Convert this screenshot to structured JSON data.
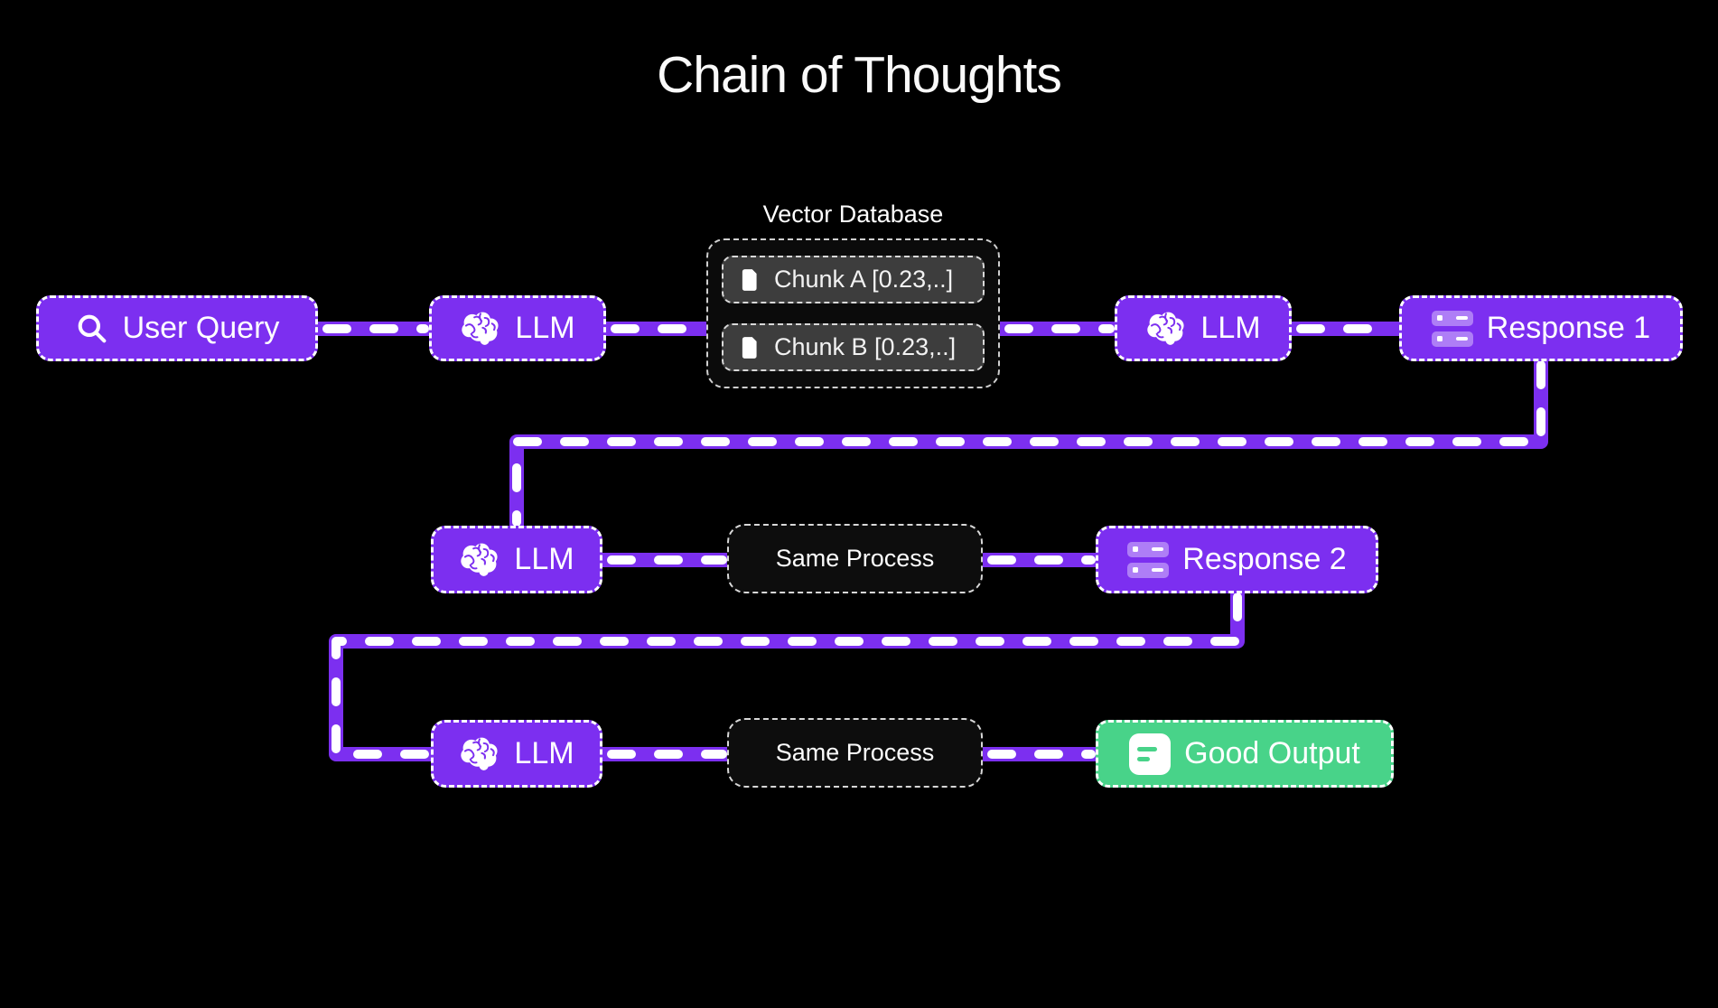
{
  "title": "Chain of Thoughts",
  "colors": {
    "background": "#000000",
    "node_purple": "#7c2ff0",
    "node_green": "#48d389",
    "connector_purple": "#7c2ff0",
    "connector_dash": "#ffffff",
    "dark_box": "#0d0d0d",
    "chunk_background": "#3d3d3d"
  },
  "nodes": {
    "user_query": {
      "label": "User Query",
      "icon": "search-icon"
    },
    "llm1": {
      "label": "LLM",
      "icon": "brain-icon"
    },
    "llm2": {
      "label": "LLM",
      "icon": "brain-icon"
    },
    "llm3": {
      "label": "LLM",
      "icon": "brain-icon"
    },
    "llm4": {
      "label": "LLM",
      "icon": "brain-icon"
    },
    "vector_database": {
      "label": "Vector Database",
      "chunks": [
        {
          "label": "Chunk A [0.23,..]",
          "icon": "document-icon"
        },
        {
          "label": "Chunk B [0.23,..]",
          "icon": "document-icon"
        }
      ]
    },
    "response1": {
      "label": "Response 1",
      "icon": "server-icon"
    },
    "response2": {
      "label": "Response 2",
      "icon": "server-icon"
    },
    "same_process1": {
      "label": "Same Process"
    },
    "same_process2": {
      "label": "Same Process"
    },
    "good_output": {
      "label": "Good Output",
      "icon": "document-lines-icon"
    }
  },
  "edges": [
    {
      "from": "user_query",
      "to": "llm1"
    },
    {
      "from": "llm1",
      "to": "vector_database"
    },
    {
      "from": "vector_database",
      "to": "llm2"
    },
    {
      "from": "llm2",
      "to": "response1"
    },
    {
      "from": "response1",
      "to": "llm3"
    },
    {
      "from": "llm3",
      "to": "same_process1"
    },
    {
      "from": "same_process1",
      "to": "response2"
    },
    {
      "from": "response2",
      "to": "llm4"
    },
    {
      "from": "llm4",
      "to": "same_process2"
    },
    {
      "from": "same_process2",
      "to": "good_output"
    }
  ]
}
